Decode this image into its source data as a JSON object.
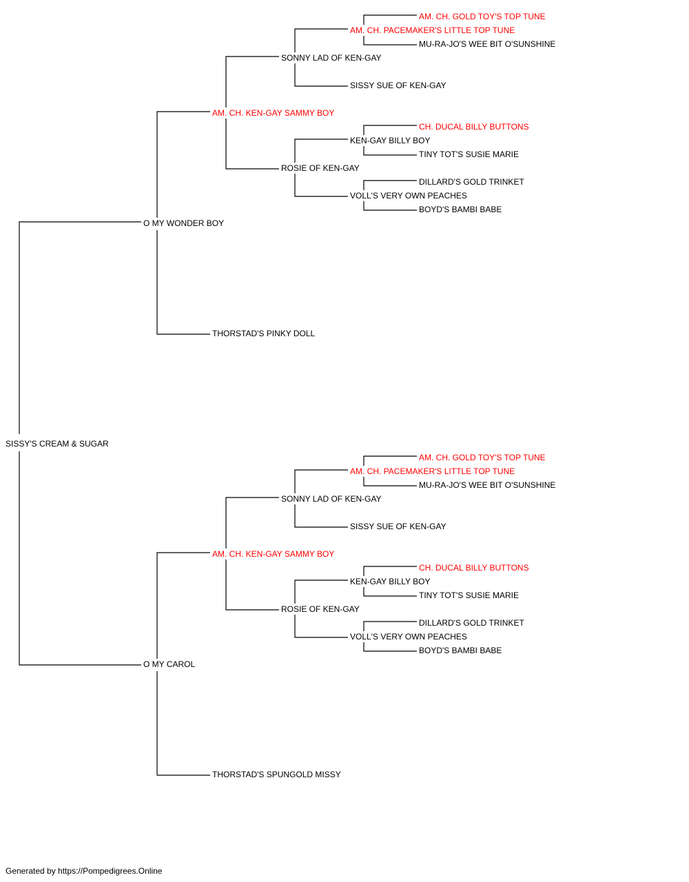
{
  "pedigree": {
    "dog": "SISSY'S CREAM & SUGAR",
    "sire": {
      "name": "O MY WONDER BOY",
      "sire": {
        "name": "AM. CH. KEN-GAY SAMMY BOY",
        "champion": true,
        "sire": {
          "name": "SONNY LAD OF KEN-GAY",
          "sire": {
            "name": "AM. CH. PACEMAKER'S LITTLE TOP TUNE",
            "champion": true,
            "sire": {
              "name": "AM. CH. GOLD TOY'S TOP TUNE",
              "champion": true
            },
            "dam": {
              "name": "MU-RA-JO'S WEE BIT O'SUNSHINE"
            }
          },
          "dam": {
            "name": "SISSY SUE OF KEN-GAY"
          }
        },
        "dam": {
          "name": "ROSIE OF KEN-GAY",
          "sire": {
            "name": "KEN-GAY BILLY BOY",
            "sire": {
              "name": "CH. DUCAL BILLY BUTTONS",
              "champion": true
            },
            "dam": {
              "name": "TINY TOT'S SUSIE MARIE"
            }
          },
          "dam": {
            "name": "VOLL'S VERY OWN PEACHES",
            "sire": {
              "name": "DILLARD'S GOLD TRINKET"
            },
            "dam": {
              "name": "BOYD'S BAMBI BABE"
            }
          }
        }
      },
      "dam": {
        "name": "THORSTAD'S PINKY DOLL"
      }
    },
    "dam": {
      "name": "O MY CAROL",
      "sire": {
        "name": "AM. CH. KEN-GAY SAMMY BOY",
        "champion": true,
        "sire": {
          "name": "SONNY LAD OF KEN-GAY",
          "sire": {
            "name": "AM. CH. PACEMAKER'S LITTLE TOP TUNE",
            "champion": true,
            "sire": {
              "name": "AM. CH. GOLD TOY'S TOP TUNE",
              "champion": true
            },
            "dam": {
              "name": "MU-RA-JO'S WEE BIT O'SUNSHINE"
            }
          },
          "dam": {
            "name": "SISSY SUE OF KEN-GAY"
          }
        },
        "dam": {
          "name": "ROSIE OF KEN-GAY",
          "sire": {
            "name": "KEN-GAY BILLY BOY",
            "sire": {
              "name": "CH. DUCAL BILLY BUTTONS",
              "champion": true
            },
            "dam": {
              "name": "TINY TOT'S SUSIE MARIE"
            }
          },
          "dam": {
            "name": "VOLL'S VERY OWN PEACHES",
            "sire": {
              "name": "DILLARD'S GOLD TRINKET"
            },
            "dam": {
              "name": "BOYD'S BAMBI BABE"
            }
          }
        }
      },
      "dam": {
        "name": "THORSTAD'S SPUNGOLD MISSY"
      }
    }
  },
  "colors": {
    "line": "#000000",
    "champion": "#ff0000",
    "text": "#000000"
  },
  "footer": "Generated by https://Pompedigrees.Online"
}
